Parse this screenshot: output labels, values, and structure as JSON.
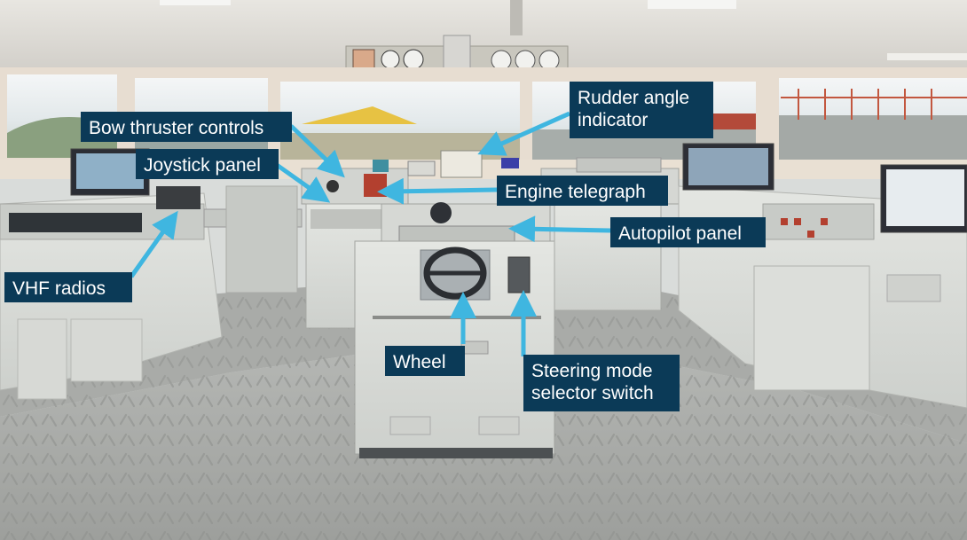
{
  "annotations": {
    "rudder_angle_indicator": "Rudder angle\nindicator",
    "bow_thruster_controls": "Bow thruster controls",
    "joystick_panel": "Joystick panel",
    "engine_telegraph": "Engine telegraph",
    "autopilot_panel": "Autopilot panel",
    "vhf_radios": "VHF radios",
    "wheel": "Wheel",
    "steering_mode_selector_switch": "Steering mode\nselector switch"
  },
  "colors": {
    "label_background": "#0b3a57",
    "label_text": "#ffffff",
    "arrow": "#3fb6e0"
  }
}
